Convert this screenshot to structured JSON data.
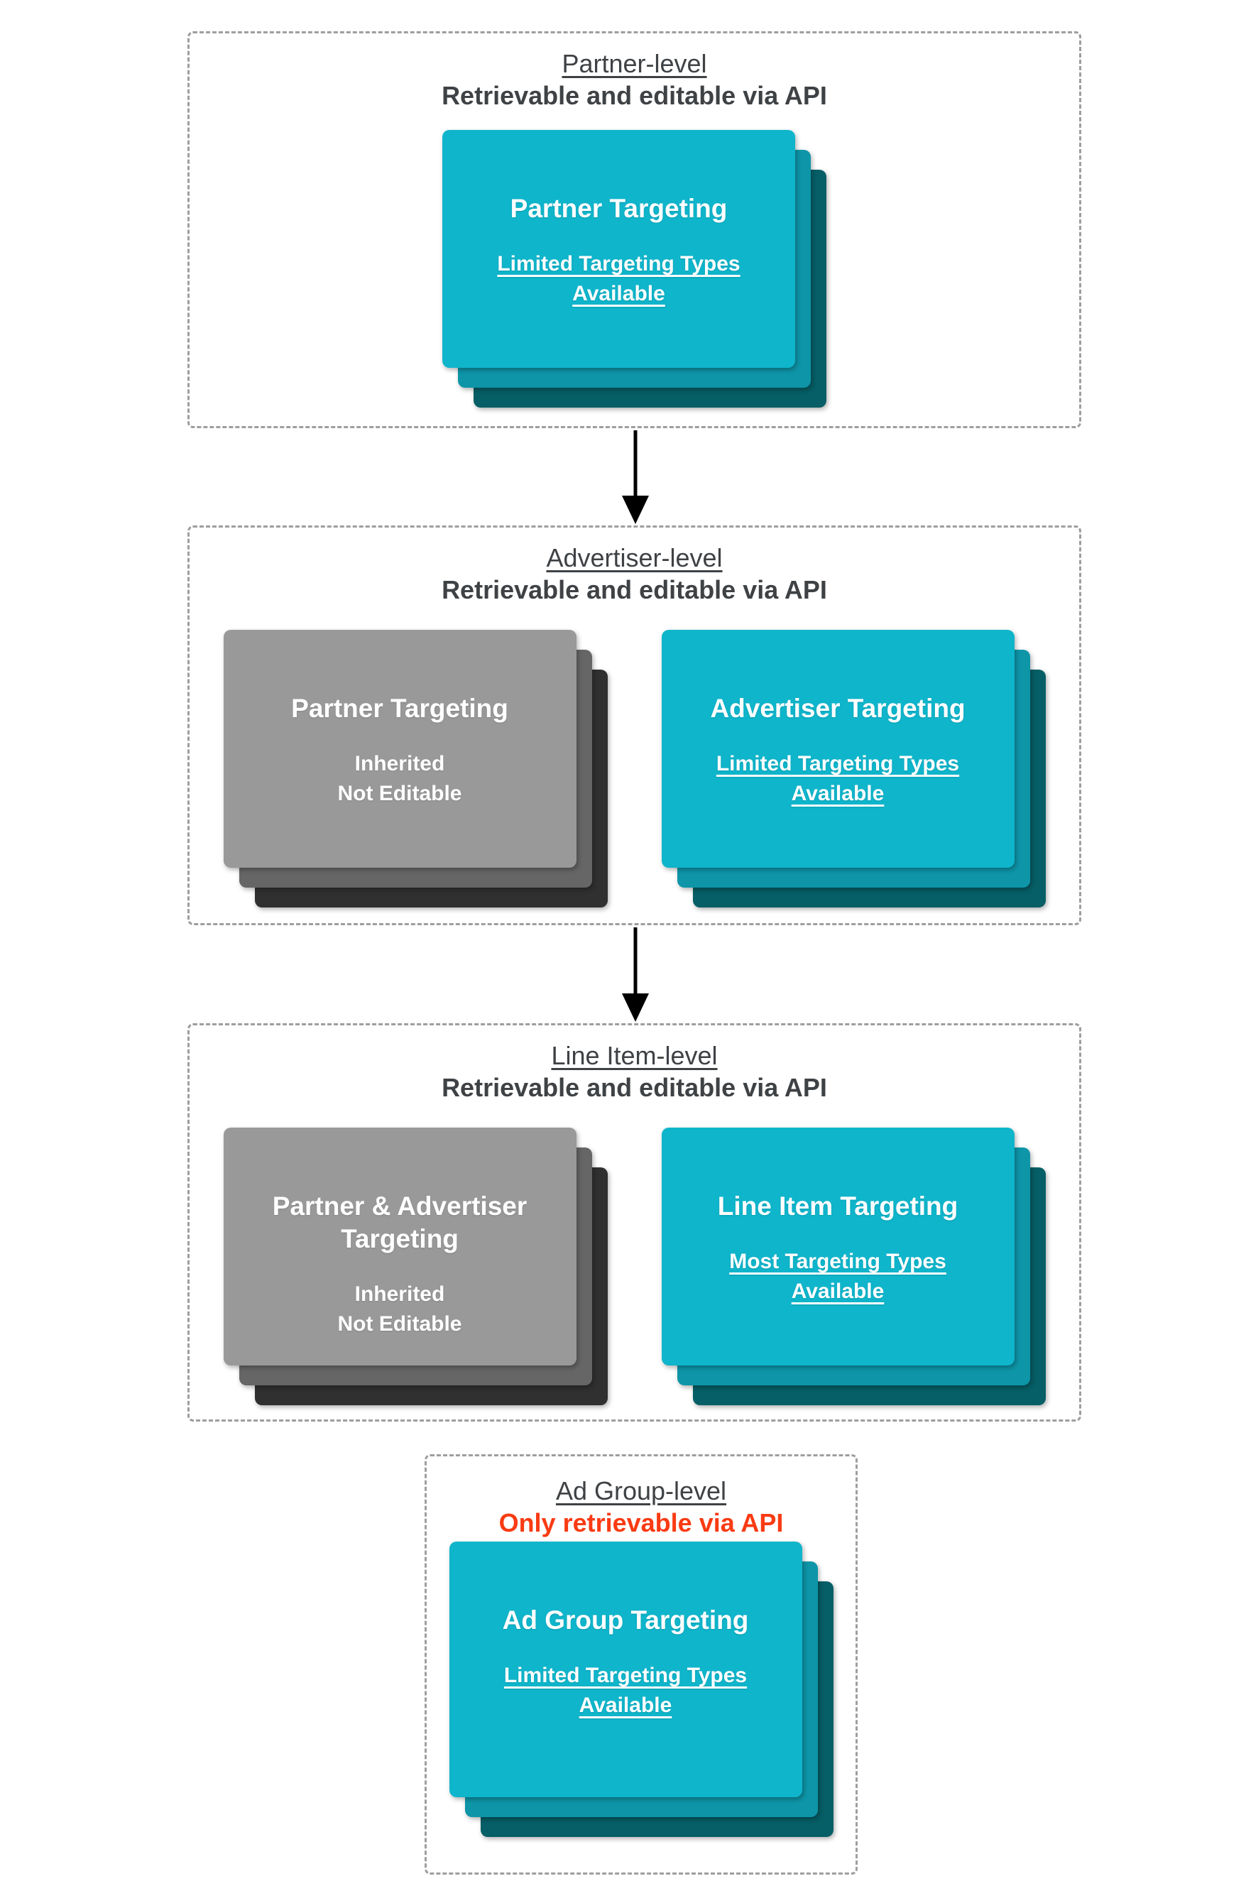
{
  "colors": {
    "heading": "#3f4245",
    "border": "#9e9e9e",
    "red": "#f93b13",
    "teal_front": "#0fb5cb",
    "teal_mid": "#0e95a8",
    "teal_back": "#065e66",
    "gray_front": "#999999",
    "gray_mid": "#666666",
    "gray_back": "#303030",
    "card_text": "#ffffff",
    "arrow": "#000000"
  },
  "sections": [
    {
      "id": "partner-level",
      "title": "Partner-level",
      "subtitle": "Retrievable and editable via API",
      "subtitle_color": "#3f4245",
      "cards": [
        {
          "style": "teal",
          "title": "Partner Targeting",
          "subtitle_lines": [
            "Limited Targeting Types",
            "Available"
          ],
          "subtitle_underlined": true
        }
      ]
    },
    {
      "id": "advertiser-level",
      "title": "Advertiser-level",
      "subtitle": "Retrievable and editable via API",
      "subtitle_color": "#3f4245",
      "cards": [
        {
          "style": "gray",
          "title": "Partner Targeting",
          "subtitle_lines": [
            "Inherited",
            "Not Editable"
          ],
          "subtitle_underlined": false
        },
        {
          "style": "teal",
          "title": "Advertiser Targeting",
          "subtitle_lines": [
            "Limited Targeting Types",
            "Available"
          ],
          "subtitle_underlined": true
        }
      ]
    },
    {
      "id": "line-item-level",
      "title": "Line Item-level",
      "subtitle": "Retrievable and editable via API",
      "subtitle_color": "#3f4245",
      "cards": [
        {
          "style": "gray",
          "title": "Partner & Advertiser Targeting",
          "subtitle_lines": [
            "Inherited",
            "Not Editable"
          ],
          "subtitle_underlined": false
        },
        {
          "style": "teal",
          "title": "Line Item Targeting",
          "subtitle_lines": [
            "Most Targeting Types",
            "Available"
          ],
          "subtitle_underlined": true
        }
      ]
    },
    {
      "id": "ad-group-level",
      "title": "Ad Group-level",
      "subtitle": "Only retrievable via API",
      "subtitle_color": "#f93b13",
      "cards": [
        {
          "style": "teal",
          "title": "Ad Group Targeting",
          "subtitle_lines": [
            "Limited Targeting Types",
            "Available"
          ],
          "subtitle_underlined": true
        }
      ]
    }
  ],
  "arrows": [
    {
      "from": "partner-level",
      "to": "advertiser-level"
    },
    {
      "from": "advertiser-level",
      "to": "line-item-level"
    }
  ]
}
